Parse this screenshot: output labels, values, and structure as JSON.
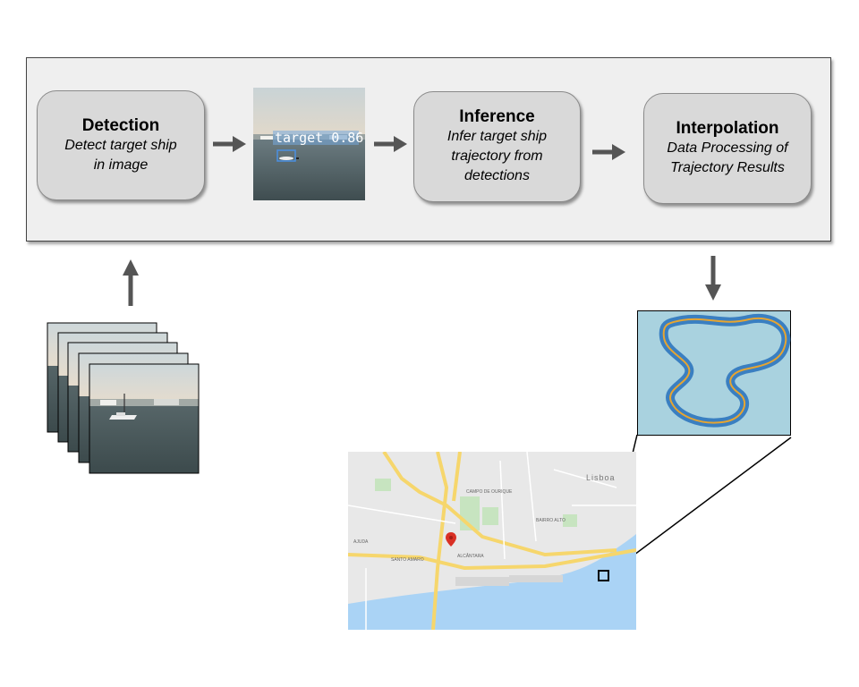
{
  "pipeline": {
    "detection": {
      "title": "Detection",
      "description": "Detect target ship\nin image"
    },
    "detection_sample": {
      "label": "target 0.86"
    },
    "inference": {
      "title": "Inference",
      "description": "Infer target ship\ntrajectory from\ndetections"
    },
    "interpolation": {
      "title": "Interpolation",
      "description": "Data Processing of\nTrajectory Results"
    }
  },
  "map": {
    "district_labels": [
      "CAMPO DE OURIQUE",
      "BAIRRO ALTO",
      "SANTO AMARO",
      "AJUDA",
      "ALCÂNTARA"
    ],
    "city_label": "Lisboa"
  },
  "colors": {
    "arrow": "#555555",
    "stage_fill": "#d9d9d9",
    "panel_fill": "#efefef",
    "trajectory_bg": "#a9d2df",
    "trajectory_dots": "#3a7fc1",
    "trajectory_line": "#e6a531",
    "water": "#aad3f5",
    "land": "#e8e8e8",
    "road": "#f6d66c"
  },
  "icons": [
    "arrow-right-icon",
    "arrow-up-icon",
    "arrow-down-icon",
    "map-pin-icon"
  ]
}
